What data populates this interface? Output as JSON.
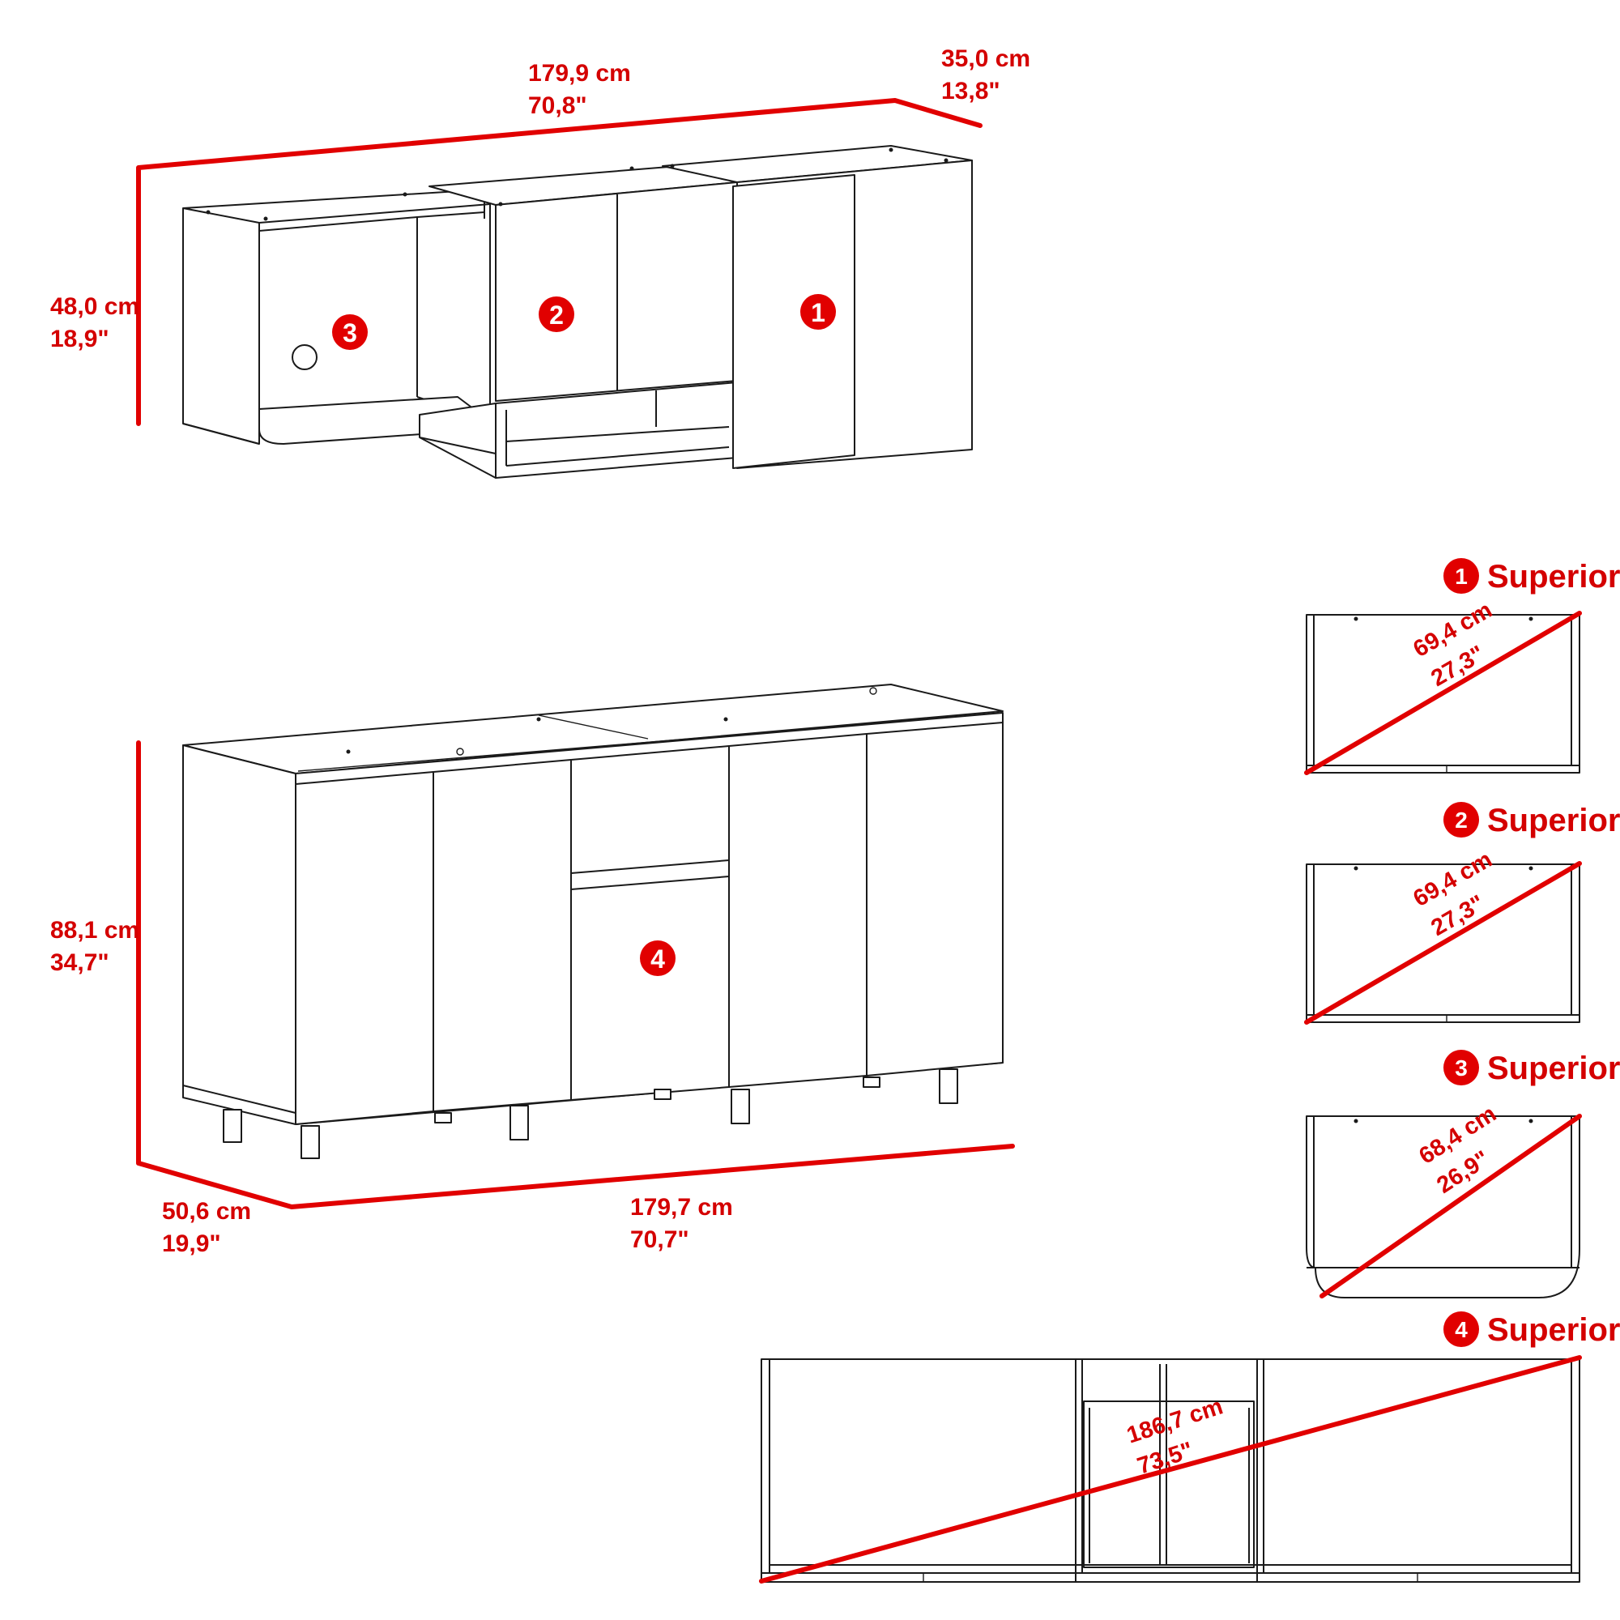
{
  "upper_cabinet": {
    "width_cm": "179,9 cm",
    "width_in": "70,8\"",
    "depth_cm": "35,0 cm",
    "depth_in": "13,8\"",
    "height_cm": "48,0 cm",
    "height_in": "18,9\"",
    "badges": [
      "1",
      "2",
      "3"
    ]
  },
  "lower_cabinet": {
    "height_cm": "88,1 cm",
    "height_in": "34,7\"",
    "depth_cm": "50,6 cm",
    "depth_in": "19,9\"",
    "width_cm": "179,7 cm",
    "width_in": "70,7\"",
    "badge": "4"
  },
  "top_views": [
    {
      "number": "1",
      "label": "Superior",
      "diag_cm": "69,4 cm",
      "diag_in": "27,3\""
    },
    {
      "number": "2",
      "label": "Superior",
      "diag_cm": "69,4 cm",
      "diag_in": "27,3\""
    },
    {
      "number": "3",
      "label": "Superior",
      "diag_cm": "68,4 cm",
      "diag_in": "26,9\""
    },
    {
      "number": "4",
      "label": "Superior",
      "diag_cm": "186,7 cm",
      "diag_in": "73,5\""
    }
  ],
  "colors": {
    "dimension_red": "#e10000",
    "line_dark": "#1a1a1a"
  }
}
